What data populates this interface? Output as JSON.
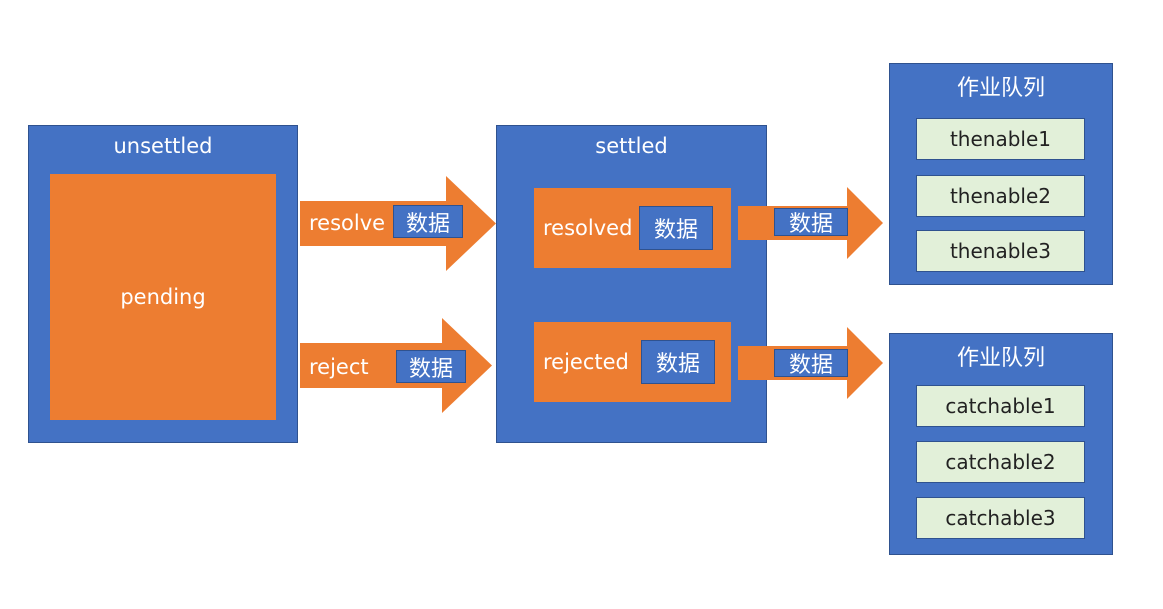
{
  "colors": {
    "blue_fill": "#4472c4",
    "blue_border": "#2f528f",
    "orange": "#ed7d31",
    "green_fill": "#e2f0d9"
  },
  "unsettled": {
    "title": "unsettled",
    "pending": "pending"
  },
  "arrows": {
    "resolve": {
      "label": "resolve",
      "data": "数据"
    },
    "reject": {
      "label": "reject",
      "data": "数据"
    },
    "to_then": {
      "data": "数据"
    },
    "to_catch": {
      "data": "数据"
    }
  },
  "settled": {
    "title": "settled",
    "resolved": {
      "label": "resolved",
      "data": "数据"
    },
    "rejected": {
      "label": "rejected",
      "data": "数据"
    }
  },
  "then_queue": {
    "title": "作业队列",
    "items": [
      "thenable1",
      "thenable2",
      "thenable3"
    ]
  },
  "catch_queue": {
    "title": "作业队列",
    "items": [
      "catchable1",
      "catchable2",
      "catchable3"
    ]
  }
}
